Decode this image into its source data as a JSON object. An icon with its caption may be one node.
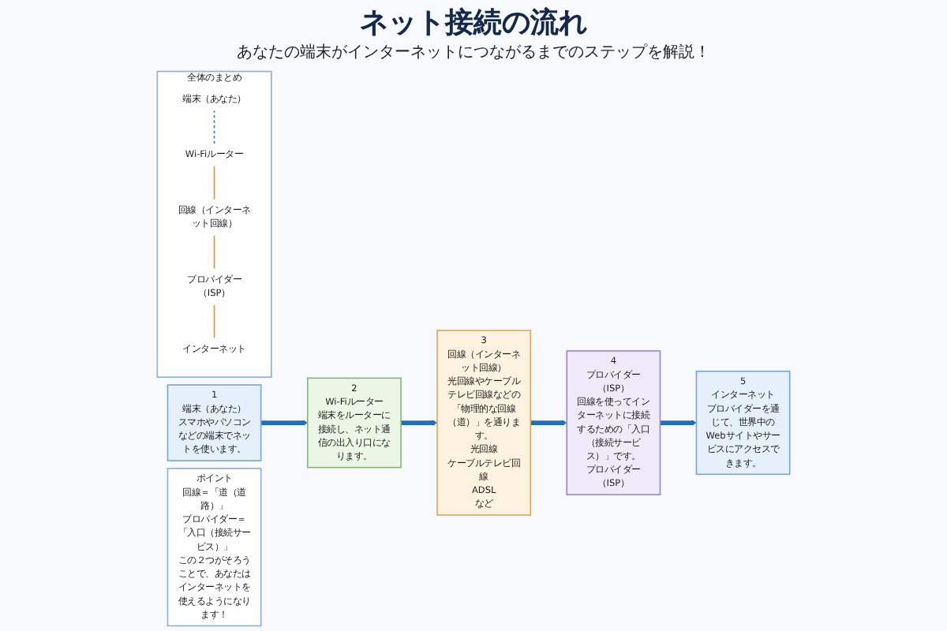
{
  "diagram": {
    "title": "ネット接続の流れ",
    "nodes": [
      {
        "text": [
          "1",
          "端末（あなた）",
          "スマホやパソコンなどの端末でネットを使います。"
        ]
      },
      {
        "text": [
          "2",
          "Wi-Fiルーター",
          "端末をルーターに接続し、ネット通信の出入り口になります。"
        ]
      },
      {
        "text": [
          "3",
          "回線（インターネット回線）",
          "光回線やケーブルテレビ回線などの「物理的な回線（道）」を通ります。",
          "光回線",
          "ケーブルテレビ回線",
          "ADSL",
          "など"
        ]
      },
      {
        "text": [
          "4",
          "プロバイダー（ISP）",
          "回線を使ってインターネットに接続するための「入口（接続サービス）」です。",
          "プロバイダー（ISP）"
        ]
      },
      {
        "text": [
          "5",
          "インターネット",
          "プロバイダーを通じて、世界中のWebサイトやサービスにアクセスできます。"
        ]
      },
      {
        "text": [
          "全体のまとめ"
        ]
      },
      {
        "text": [
          "端末（あなた）"
        ],
        "in": 5
      },
      {
        "text": [
          "Wi-Fiルーター"
        ],
        "in": 5
      },
      {
        "text": [
          "回線（インターネット回線）"
        ],
        "in": 5
      },
      {
        "text": [
          "プロバイダー（ISP）"
        ],
        "in": 5
      },
      {
        "text": [
          "インターネット"
        ],
        "in": 5
      },
      {
        "text": [
          "ポイント",
          "回線＝「道（道路）」",
          "プロバイダー＝「入口（接続サービス）」",
          "この２つがそろうことで、あなたはインターネットを使えるようになります！"
        ]
      }
    ],
    "edges": [
      {
        "from": 0,
        "to": 1,
        "arrow": "to",
        "style": "thick"
      },
      {
        "from": 1,
        "to": 2,
        "arrow": "to",
        "style": "thick"
      },
      {
        "from": 2,
        "to": 3,
        "arrow": "to",
        "style": "thick"
      },
      {
        "from": 3,
        "to": 4,
        "arrow": "to",
        "style": "thick"
      },
      {
        "from": 6,
        "to": 7,
        "arrow": "none",
        "style": "dashed",
        "color": "#2a7bd4"
      },
      {
        "from": 7,
        "to": 8,
        "arrow": "none",
        "color": "#e8952a"
      },
      {
        "from": 8,
        "to": 9,
        "arrow": "none",
        "color": "#e8952a"
      },
      {
        "from": 9,
        "to": 10,
        "arrow": "none",
        "color": "#e8952a"
      }
    ],
    "labels": [
      "あなたの端末がインターネットにつながるまでのステップを解説！"
    ]
  }
}
